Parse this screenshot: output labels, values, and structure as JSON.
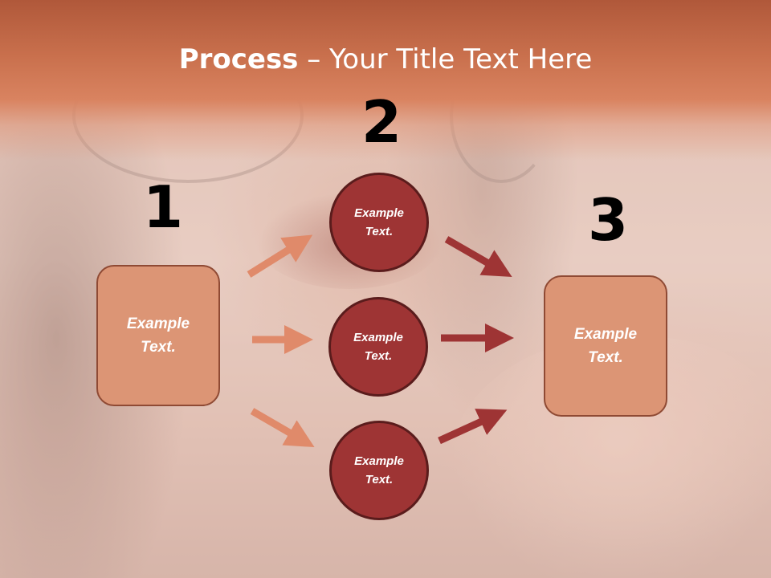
{
  "title": {
    "bold": "Process",
    "rest": " – Your Title Text Here"
  },
  "steps": {
    "one": "1",
    "two": "2",
    "three": "3"
  },
  "boxes": {
    "left": "Example Text.",
    "right": "Example Text."
  },
  "circles": {
    "top": "Example Text.",
    "middle": "Example Text.",
    "bottom": "Example Text."
  },
  "colors": {
    "header": "#c9704d",
    "box_fill": "#dc9575",
    "circle_fill": "#9e3434",
    "arrow_light": "#e08a6a",
    "arrow_dark": "#9e3434"
  }
}
